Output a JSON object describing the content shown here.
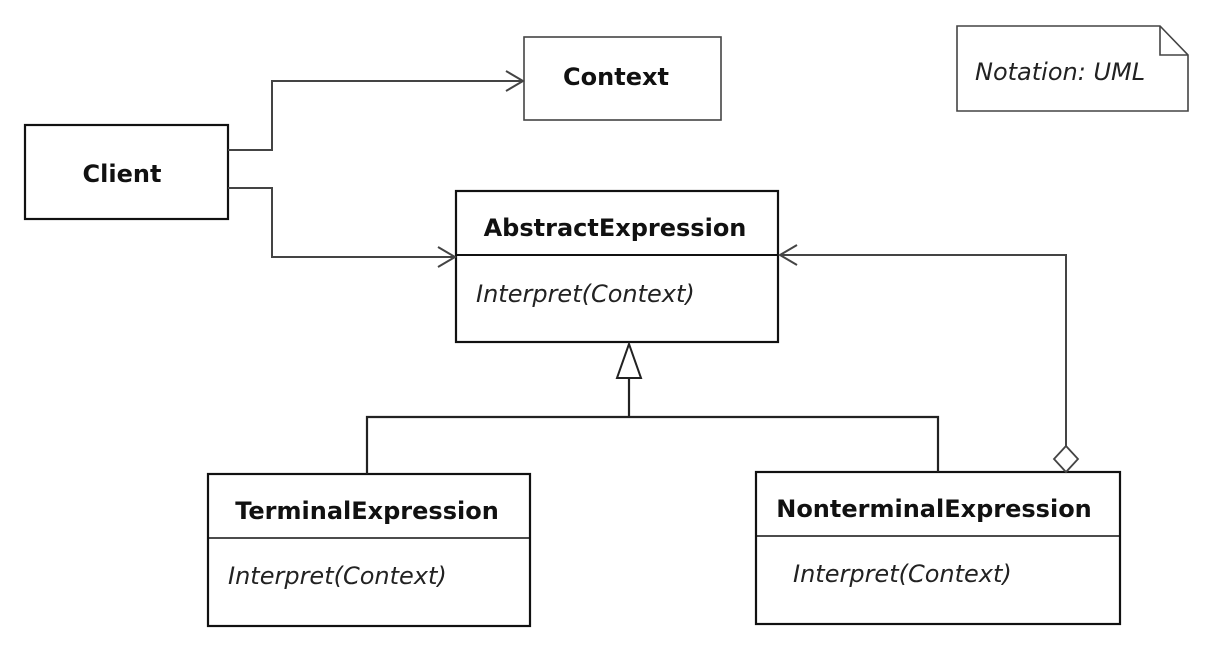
{
  "classes": {
    "client": {
      "name": "Client"
    },
    "context": {
      "name": "Context"
    },
    "abstract_expression": {
      "name": "AbstractExpression",
      "operation": "Interpret(Context)"
    },
    "terminal_expression": {
      "name": "TerminalExpression",
      "operation": "Interpret(Context)"
    },
    "nonterminal_expression": {
      "name": "NonterminalExpression",
      "operation": "Interpret(Context)"
    }
  },
  "note": {
    "text": "Notation: UML"
  },
  "relations": [
    {
      "from": "Client",
      "to": "Context",
      "kind": "association"
    },
    {
      "from": "Client",
      "to": "AbstractExpression",
      "kind": "association"
    },
    {
      "from": "TerminalExpression",
      "to": "AbstractExpression",
      "kind": "generalization"
    },
    {
      "from": "NonterminalExpression",
      "to": "AbstractExpression",
      "kind": "generalization"
    },
    {
      "from": "NonterminalExpression",
      "to": "AbstractExpression",
      "kind": "aggregation"
    }
  ]
}
